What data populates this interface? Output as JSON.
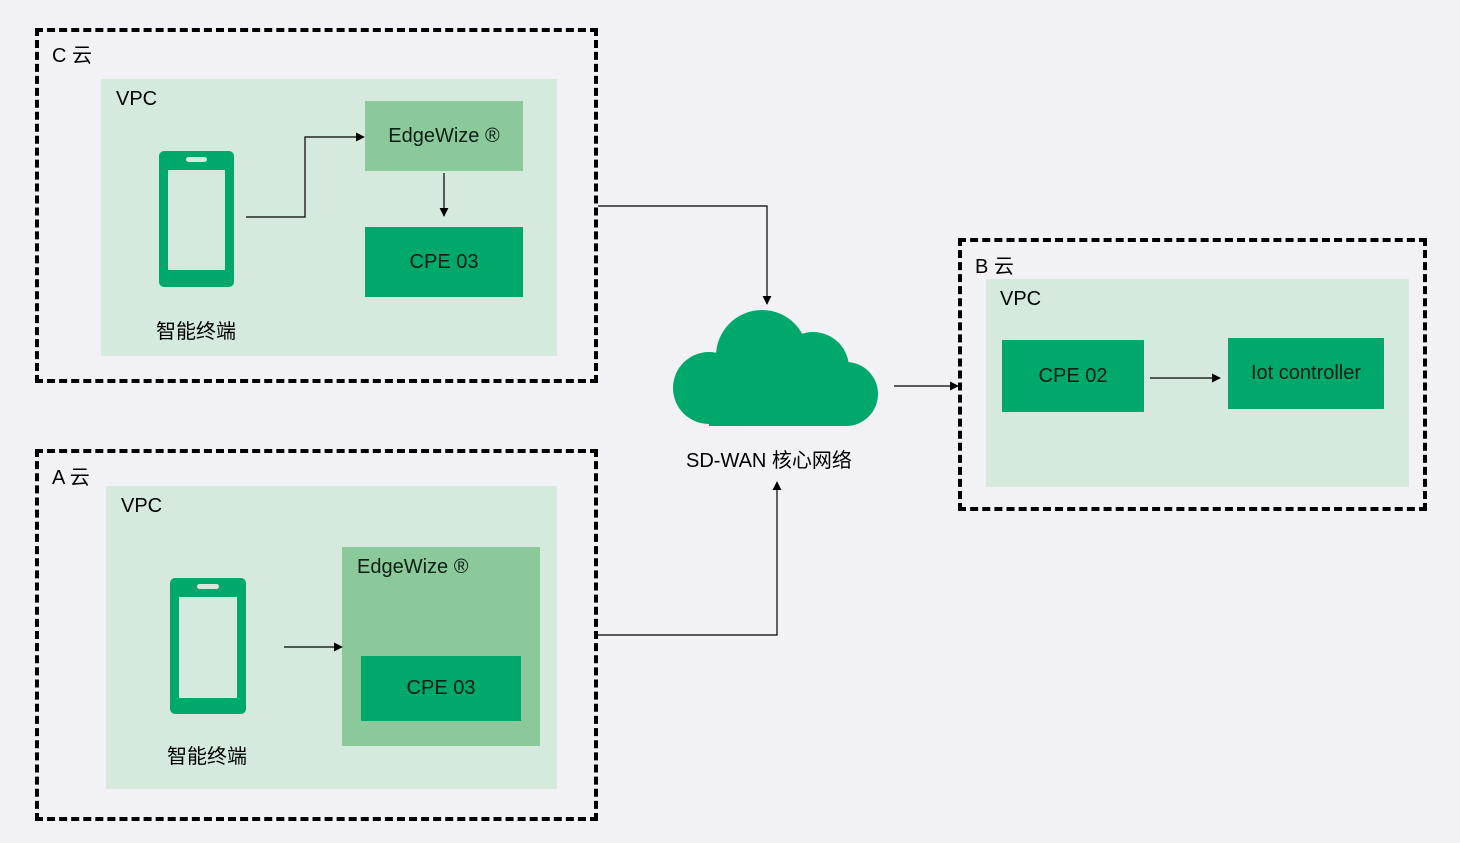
{
  "regions": {
    "c_cloud": {
      "label": "C 云",
      "vpc_label": "VPC",
      "edgewize_label": "EdgeWize ®",
      "cpe_label": "CPE 03",
      "device_label": "智能终端"
    },
    "a_cloud": {
      "label": "A 云",
      "vpc_label": "VPC",
      "edgewize_label": "EdgeWize ®",
      "cpe_label": "CPE 03",
      "device_label": "智能终端"
    },
    "b_cloud": {
      "label": "B 云",
      "vpc_label": "VPC",
      "cpe_label": "CPE 02",
      "controller_label": "Iot controller"
    }
  },
  "network": {
    "label": "SD-WAN 核心网络"
  },
  "colors": {
    "background": "#f2f1f6",
    "vpc_fill": "#d5eadc",
    "primary_green": "#00a96b",
    "light_green": "#8bc99b",
    "line": "#000000"
  }
}
